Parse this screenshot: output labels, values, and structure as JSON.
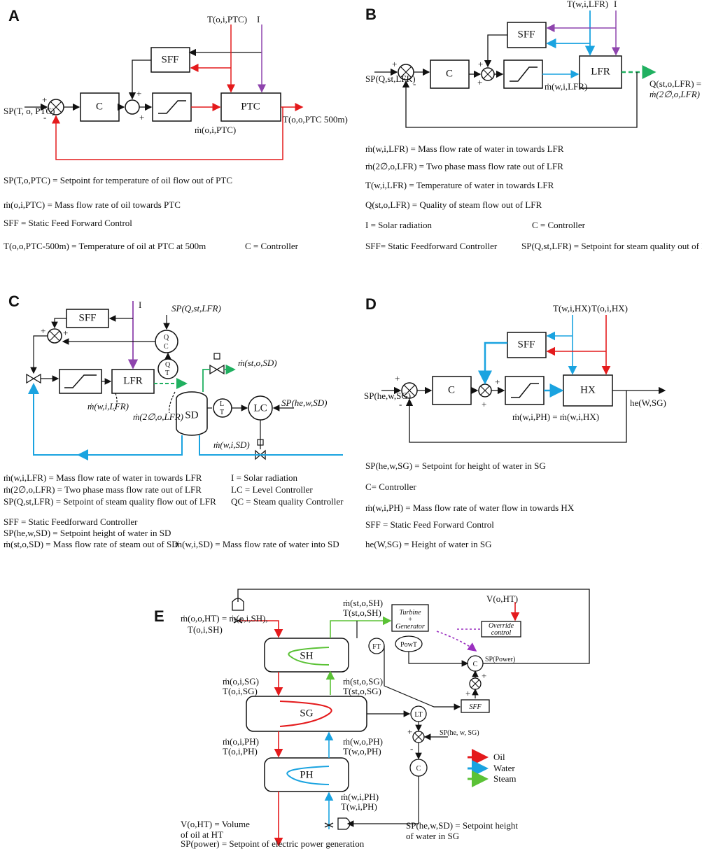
{
  "panels": {
    "A": {
      "letter": "A",
      "boxes": {
        "sff": "SFF",
        "c": "C",
        "ptc": "PTC"
      },
      "labels": {
        "t_in": "T(o,i,PTC)",
        "i": "I",
        "sp": "SP(T, o, PTC)",
        "m_dot": "ṁ(o,i,PTC)",
        "t_out": "T(o,o,PTC 500m)"
      },
      "legend": [
        "SP(T,o,PTC) = Setpoint for temperature of oil flow out of PTC",
        "ṁ(o,i,PTC) = Mass flow rate of oil towards PTC",
        "SFF = Static Feed Forward Control",
        "T(o,o,PTC-500m) = Temperature of oil at PTC at 500m",
        "C = Controller"
      ]
    },
    "B": {
      "letter": "B",
      "boxes": {
        "sff": "SFF",
        "c": "C",
        "lfr": "LFR"
      },
      "labels": {
        "t_in": "T(w,i,LFR)",
        "i": "I",
        "sp": "SP(Q,st,LFR)",
        "m_dot": "ṁ(w,i,LFR)",
        "q_out": "Q(st,o,LFR) =",
        "m_out": "ṁ(2∅,o,LFR)"
      },
      "legend": [
        "ṁ(w,i,LFR) = Mass flow rate of water in towards LFR",
        "ṁ(2∅,o,LFR) = Two phase mass flow rate out of LFR",
        "T(w,i,LFR) = Temperature of water in towards LFR",
        "Q(st,o,LFR) = Quality of steam flow out of LFR",
        "I = Solar radiation",
        "C = Controller",
        "SFF= Static Feedforward Controller",
        "SP(Q,st,LFR) = Setpoint for steam quality out of LFR"
      ]
    },
    "C": {
      "letter": "C",
      "boxes": {
        "sff": "SFF",
        "lfr": "LFR",
        "qc_q": "Q",
        "qc_c": "C",
        "qt_q": "Q",
        "qt_t": "T",
        "sd": "SD",
        "lt_l": "L",
        "lt_t": "T",
        "lc": "LC"
      },
      "labels": {
        "i": "I",
        "sp_q": "SP(Q,st,LFR)",
        "m_st": "ṁ(st,o,SD)",
        "m_w": "ṁ(w,i,LFR)",
        "m_2p": "ṁ(2∅,o,LFR)",
        "sp_he": "SP(he,w,SD)",
        "m_wsd": "ṁ(w,i,SD)"
      },
      "legend": [
        "ṁ(w,i,LFR) = Mass flow rate of water in towards LFR",
        "ṁ(2∅,o,LFR) = Two phase mass flow rate out of LFR",
        "SP(Q,st,LFR) = Setpoint of steam quality flow out of LFR",
        "I = Solar radiation",
        "LC = Level Controller",
        "QC = Steam quality Controller",
        "SFF = Static Feedforward Controller",
        "SP(he,w,SD) = Setpoint height of water in SD",
        "ṁ(st,o,SD) = Mass flow rate of steam out of SD",
        "ṁ(w,i,SD) = Mass flow rate of water into SD"
      ]
    },
    "D": {
      "letter": "D",
      "boxes": {
        "sff": "SFF",
        "c": "C",
        "hx": "HX"
      },
      "labels": {
        "t_w": "T(w,i,HX)",
        "t_o": "T(o,i,HX)",
        "sp": "SP(he,w,SG)",
        "m_dot": "ṁ(w,i,PH) = ṁ(w,i,HX)",
        "he": "he(W,SG)"
      },
      "legend": [
        "SP(he,w,SG) = Setpoint for height of water in SG",
        "C= Controller",
        "ṁ(w,i,PH) = Mass flow rate of water flow in towards HX",
        "SFF = Static Feed Forward Control",
        "he(W,SG) = Height of water in SG"
      ]
    },
    "E": {
      "letter": "E",
      "boxes": {
        "sh": "SH",
        "sg": "SG",
        "ph": "PH",
        "turbine": "Turbine + Generator",
        "powt": "PowT",
        "ft": "FT",
        "lt": "LT",
        "c1": "C",
        "c2": "C",
        "sff": "SFF",
        "override": "Override control"
      },
      "labels": {
        "v_ht": "V(o,HT)",
        "m_oo_ht": "ṁ(o,o,HT) = ṁ(o,i,SH),",
        "t_oi_sh": "T(o,i,SH)",
        "m_st_sh": "ṁ(st,o,SH)",
        "t_st_sh": "T(st,o,SH)",
        "sp_power": "SP(Power)",
        "m_oi_sg": "ṁ(o,i,SG)",
        "t_oi_sg": "T(o,i,SG)",
        "m_st_sg": "ṁ(st,o,SG)",
        "t_st_sg": "T(st,o,SG)",
        "m_oi_ph": "ṁ(o,i,PH)",
        "t_oi_ph": "T(o,i,PH)",
        "m_wo_ph": "ṁ(w,o,PH)",
        "t_wo_ph": "T(w,o,PH)",
        "sp_he_sg": "SP(he, w, SG)",
        "m_wi_ph": "ṁ(w,i,PH)",
        "t_wi_ph": "T(w,i,PH)"
      },
      "legend_items": [
        {
          "label": "Oil",
          "color": "#e41a1c"
        },
        {
          "label": "Water",
          "color": "#1aa3e0"
        },
        {
          "label": "Steam",
          "color": "#5bc236"
        }
      ],
      "notes": [
        "V(o,HT) = Volume of oil at HT",
        "SP(power) = Setpoint of electric power generation",
        "SP(he,w,SD) = Setpoint height of water in SG"
      ]
    }
  },
  "colors": {
    "oil": "#e41a1c",
    "water": "#1aa3e0",
    "steam": "#5bc236",
    "radiation": "#8e44ad",
    "dashed_green": "#20b060",
    "override": "#9b30c0"
  }
}
